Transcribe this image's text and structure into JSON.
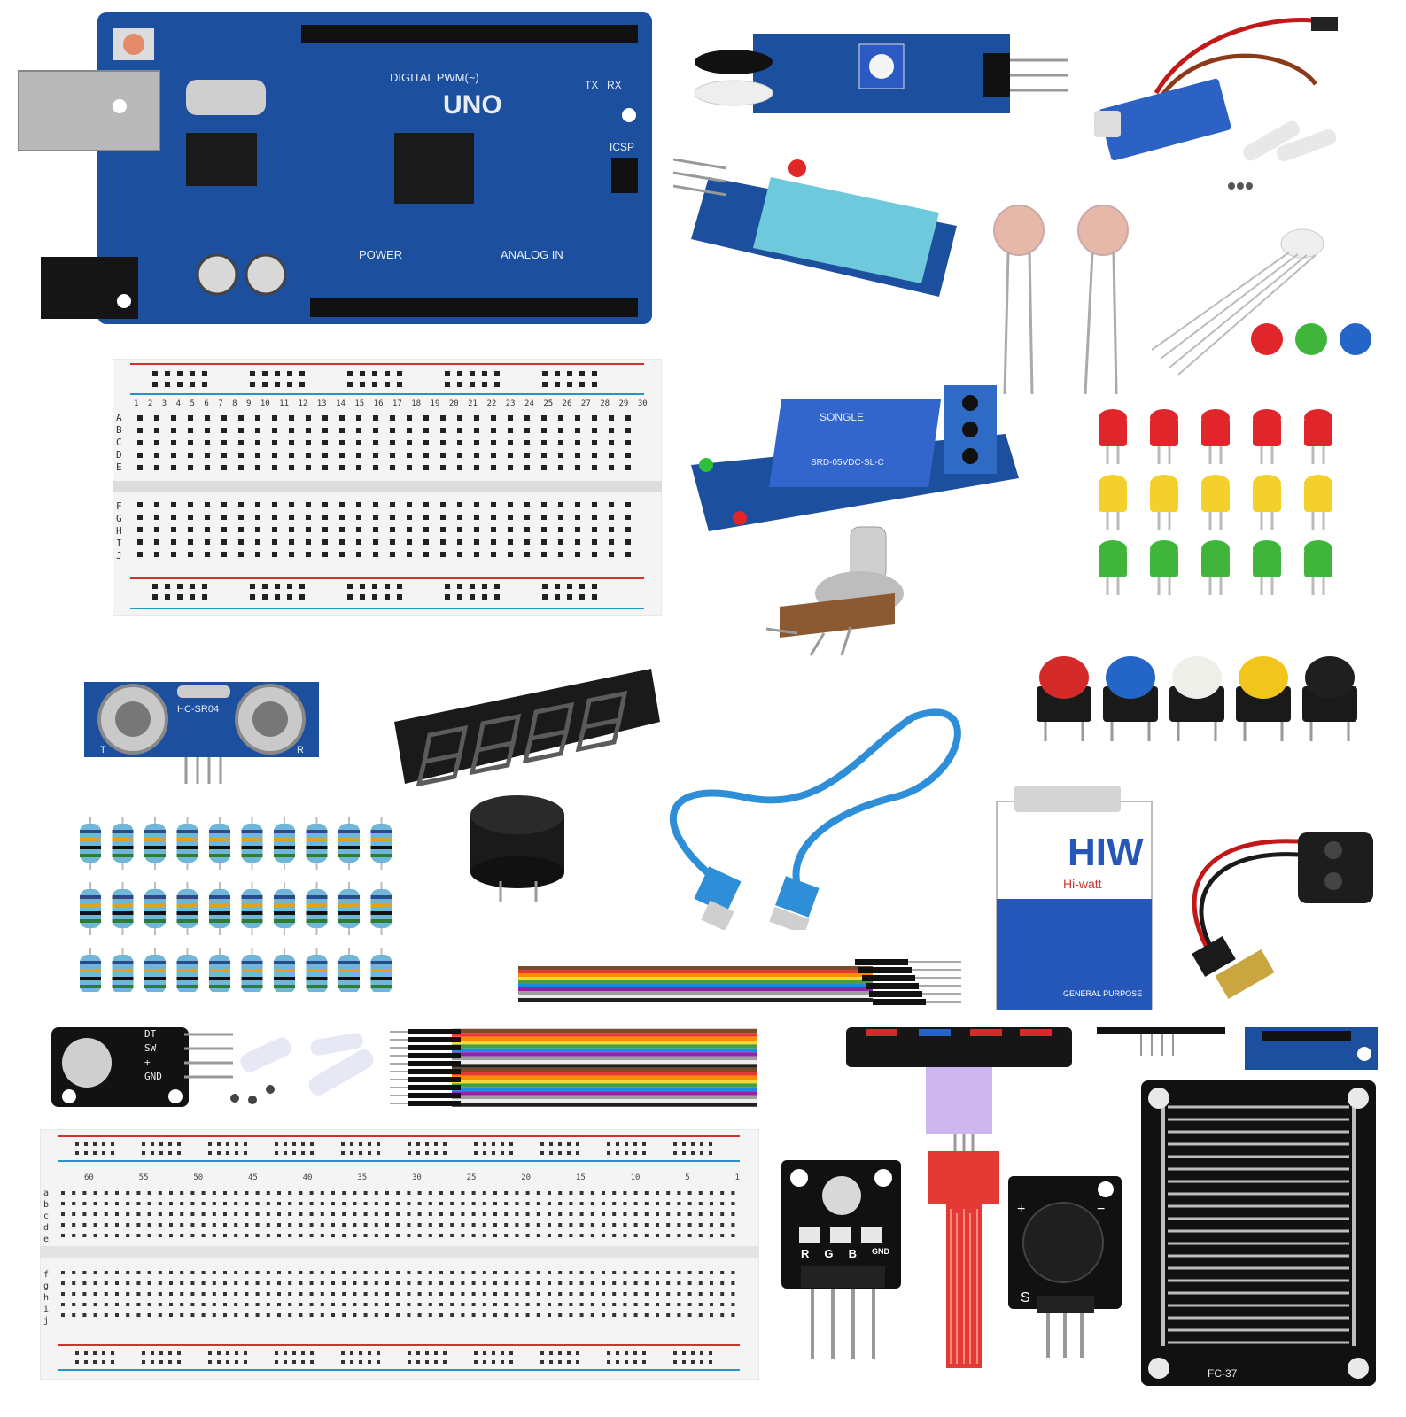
{
  "arduino": {
    "board_label": "UNO",
    "digital_label": "DIGITAL PWM(~)",
    "power_label": "POWER",
    "analog_label": "ANALOG IN",
    "icsp_label": "ICSP",
    "tx_label": "TX",
    "rx_label": "RX"
  },
  "ultrasonic": {
    "model": "HC-SR04",
    "t_label": "T",
    "r_label": "R"
  },
  "relay": {
    "brand": "SONGLE",
    "model": "SRD-05VDC-SL-C"
  },
  "battery": {
    "brand": "HIW",
    "sub": "Hi-watt",
    "type": "GENERAL PURPOSE"
  },
  "rgb_module": {
    "labels": [
      "R",
      "G",
      "B",
      "GND"
    ]
  },
  "joystick": {
    "labels": [
      "DT",
      "SW",
      "+",
      "GND"
    ]
  },
  "buzzer_module": {
    "plus": "+",
    "minus": "−",
    "s": "S"
  },
  "rain_sensor": {
    "model": "FC-37"
  },
  "breadboard_small": {
    "rows_top": [
      "A",
      "B",
      "C",
      "D",
      "E"
    ],
    "rows_bottom": [
      "F",
      "G",
      "H",
      "I",
      "J"
    ],
    "numbers": [
      "1",
      "2",
      "3",
      "4",
      "5",
      "6",
      "7",
      "8",
      "9",
      "10",
      "11",
      "12",
      "13",
      "14",
      "15",
      "16",
      "17",
      "18",
      "19",
      "20",
      "21",
      "22",
      "23",
      "24",
      "25",
      "26",
      "27",
      "28",
      "29",
      "30"
    ]
  },
  "breadboard_large": {
    "rows_top": [
      "a",
      "b",
      "c",
      "d",
      "e"
    ],
    "rows_bottom": [
      "f",
      "g",
      "h",
      "i",
      "j"
    ],
    "numbers": [
      "60",
      "55",
      "50",
      "45",
      "40",
      "35",
      "30",
      "25",
      "20",
      "15",
      "10",
      "5",
      "1"
    ]
  },
  "led_colors": {
    "red": "#e0262a",
    "yellow": "#f3d02b",
    "green": "#3fb63a"
  },
  "button_colors": [
    "#d42a2a",
    "#2366c8",
    "#efefe9",
    "#f1c51b",
    "#1f1f1f"
  ],
  "board_color": "#1c4f9e"
}
